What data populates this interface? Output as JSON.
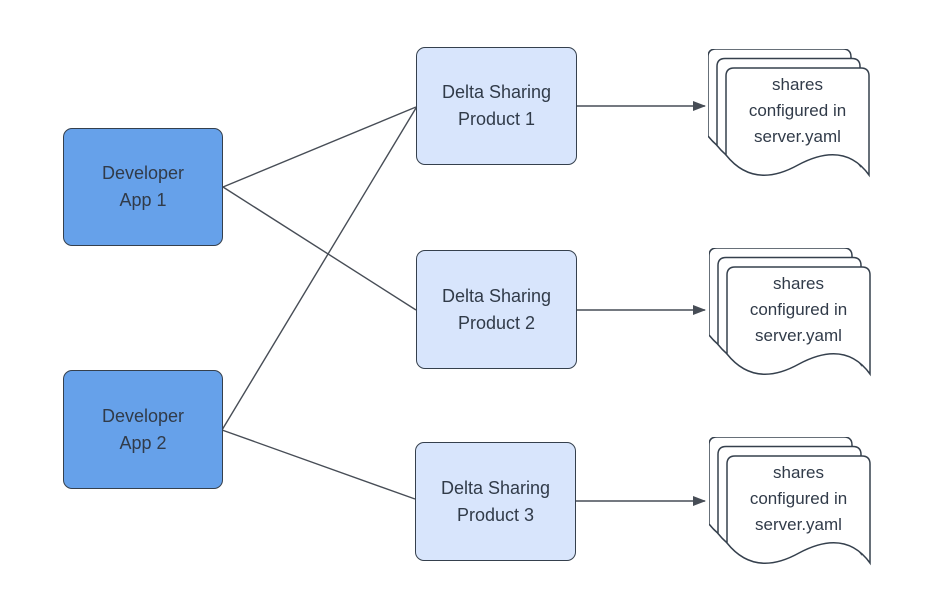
{
  "colors": {
    "background": "#ffffff",
    "app_fill": "#66a1ea",
    "product_fill": "#d8e5fc",
    "node_border": "#35404d",
    "connector": "#474d56",
    "text_color": "#313b49",
    "document_fill": "#ffffff"
  },
  "nodes": {
    "apps": [
      {
        "id": "developer-app-1",
        "label": "Developer\nApp 1"
      },
      {
        "id": "developer-app-2",
        "label": "Developer\nApp 2"
      }
    ],
    "products": [
      {
        "id": "delta-sharing-product-1",
        "label": "Delta Sharing\nProduct 1"
      },
      {
        "id": "delta-sharing-product-2",
        "label": "Delta Sharing\nProduct 2"
      },
      {
        "id": "delta-sharing-product-3",
        "label": "Delta Sharing\nProduct 3"
      }
    ],
    "documents": [
      {
        "id": "shares-doc-1",
        "label": "shares\nconfigured in\nserver.yaml"
      },
      {
        "id": "shares-doc-2",
        "label": "shares\nconfigured in\nserver.yaml"
      },
      {
        "id": "shares-doc-3",
        "label": "shares\nconfigured in\nserver.yaml"
      }
    ]
  },
  "edges": [
    {
      "from": "developer-app-1",
      "to": "delta-sharing-product-1",
      "style": "plain-line"
    },
    {
      "from": "developer-app-1",
      "to": "delta-sharing-product-2",
      "style": "plain-line"
    },
    {
      "from": "developer-app-2",
      "to": "delta-sharing-product-1",
      "style": "plain-line"
    },
    {
      "from": "developer-app-2",
      "to": "delta-sharing-product-3",
      "style": "plain-line"
    },
    {
      "from": "delta-sharing-product-1",
      "to": "shares-doc-1",
      "style": "arrow"
    },
    {
      "from": "delta-sharing-product-2",
      "to": "shares-doc-2",
      "style": "arrow"
    },
    {
      "from": "delta-sharing-product-3",
      "to": "shares-doc-3",
      "style": "arrow"
    }
  ]
}
